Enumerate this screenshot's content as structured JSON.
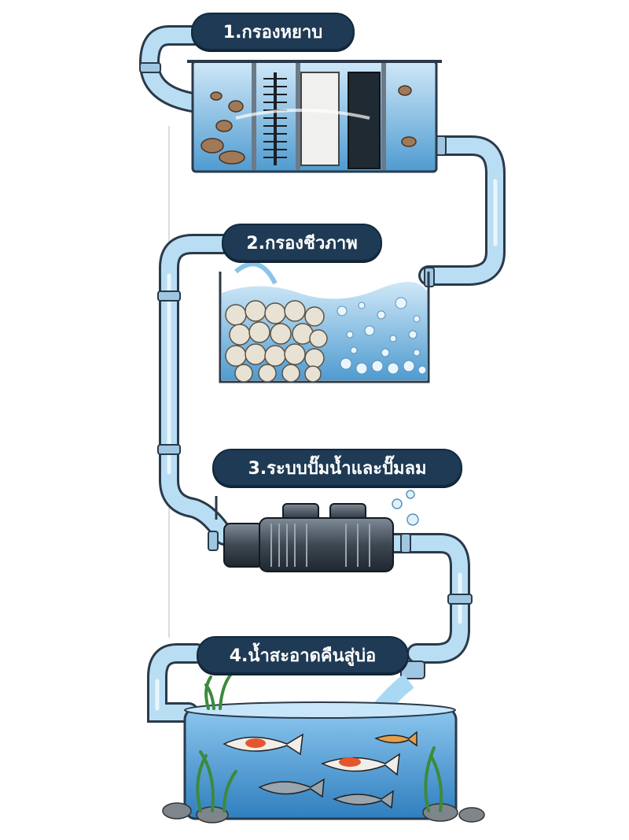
{
  "steps": [
    {
      "label": "1.กรองหยาบ"
    },
    {
      "label": "2.กรองชีวภาพ"
    },
    {
      "label": "3.ระบบปั๊มน้ำและปั๊มลม"
    },
    {
      "label": "4.น้ำสะอาดคืนสู่บ่อ"
    }
  ],
  "colors": {
    "label_bg": "#1f3a54",
    "pipe": "#a9d4ef",
    "water": "#5ea9d9",
    "outline": "#2a3a4a"
  }
}
